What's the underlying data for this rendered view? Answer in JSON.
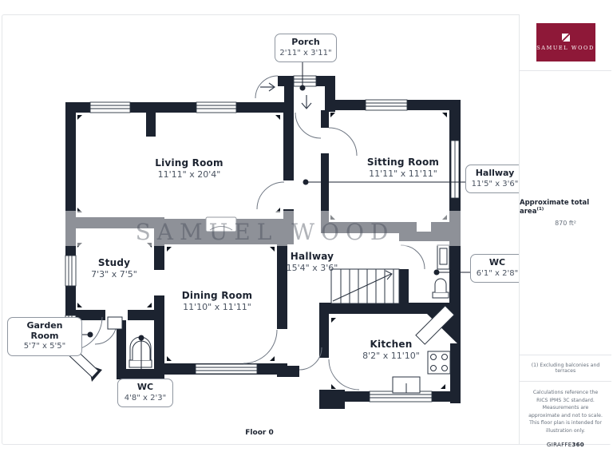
{
  "frame": {
    "floor_label": "Floor 0",
    "watermark": "SAMUEL WOOD"
  },
  "colors": {
    "wall": "#1C2330",
    "brand_maroon": "#8E1838",
    "dims_text": "#4a5361"
  },
  "rooms": {
    "living": {
      "name": "Living Room",
      "dims": "11'11\" x 20'4\""
    },
    "sitting": {
      "name": "Sitting Room",
      "dims": "11'11\" x 11'11\""
    },
    "hallway_main": {
      "name": "Hallway",
      "dims": "15'4\" x 3'6\""
    },
    "study": {
      "name": "Study",
      "dims": "7'3\" x 7'5\""
    },
    "dining": {
      "name": "Dining Room",
      "dims": "11'10\" x 11'11\""
    },
    "kitchen": {
      "name": "Kitchen",
      "dims": "8'2\" x 11'10\""
    }
  },
  "callouts": {
    "porch": {
      "name": "Porch",
      "dims": "2'11\" x 3'11\""
    },
    "hallway_side": {
      "name": "Hallway",
      "dims": "11'5\" x 3'6\""
    },
    "wc_side": {
      "name": "WC",
      "dims": "6'1\" x 2'8\""
    },
    "garden_room": {
      "name": "Garden Room",
      "dims": "5'7\" x 5'5\""
    },
    "wc_bottom": {
      "name": "WC",
      "dims": "4'8\" x 2'3\""
    }
  },
  "sidebar": {
    "logo_text": "SAMUEL WOOD",
    "area_label": "Approximate total area",
    "area_superscript": "(1)",
    "area_value": "870 ft²",
    "footnote": "(1) Excluding balconies and terraces",
    "disclaimer": "Calculations reference the RICS IPMS 3C standard. Measurements are approximate and not to scale. This floor plan is intended for illustration only.",
    "brand": "GIRAFFE",
    "brand_suffix": "360"
  }
}
